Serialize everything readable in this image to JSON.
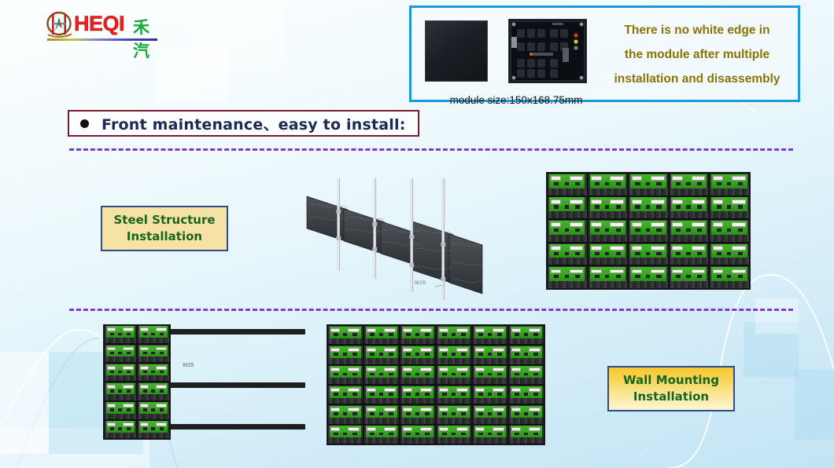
{
  "brand": {
    "name_en": "HEQI",
    "name_cn": "禾汽",
    "emblem_icon": "heqi-circle-emblem-icon",
    "colors": {
      "en_text": "#e8211c",
      "cn_text": "#18a83c",
      "underline_start": "#b9822f",
      "underline_end": "#2f2f9e"
    }
  },
  "top_callout": {
    "border_color": "#1a9bd7",
    "message_lines": [
      "There is no white edge in",
      "the  module after multiple",
      "installation and disassembly"
    ],
    "message_color": "#8a7406",
    "module_size_caption": "module size:150x168.75mm",
    "photo_front_label": "led-module-front-photo",
    "photo_back_label": "led-module-back-pcb-photo"
  },
  "heading": {
    "bullet": "●",
    "text": "Front maintenance、easy to install:",
    "text_color": "#1b2a55",
    "border_color": "#7d1b2e"
  },
  "separators": {
    "color": "#7b3fbf",
    "style": "dashed"
  },
  "sections": [
    {
      "id": "steel-structure",
      "caption_line1": "Steel Structure",
      "caption_line2": "Installation",
      "caption_bg": "#f7e2a6",
      "caption_text_color": "#19641f",
      "caption_border": "#2e4c86",
      "illustration": "steel-pole-mounted-led-wall-isometric",
      "panel_grid": {
        "columns": 5,
        "rows": 5,
        "total_modules": 25
      }
    },
    {
      "id": "wall-mounting",
      "caption_line1": "Wall Mounting",
      "caption_line2": "Installation",
      "caption_bg": "#f6c52e",
      "caption_text_color": "#19641f",
      "caption_border": "#2e4c86",
      "side_view_grid": {
        "columns": 2,
        "rows": 6,
        "total_modules": 12,
        "rails": 3
      },
      "front_view_grid": {
        "columns": 6,
        "rows": 6,
        "total_modules": 36
      },
      "rail_note": "W25"
    }
  ],
  "background": {
    "top_color": "#fdffff",
    "bottom_color": "#c3e4f5",
    "decor": "soft-wave-curves-and-translucent-rectangles"
  }
}
